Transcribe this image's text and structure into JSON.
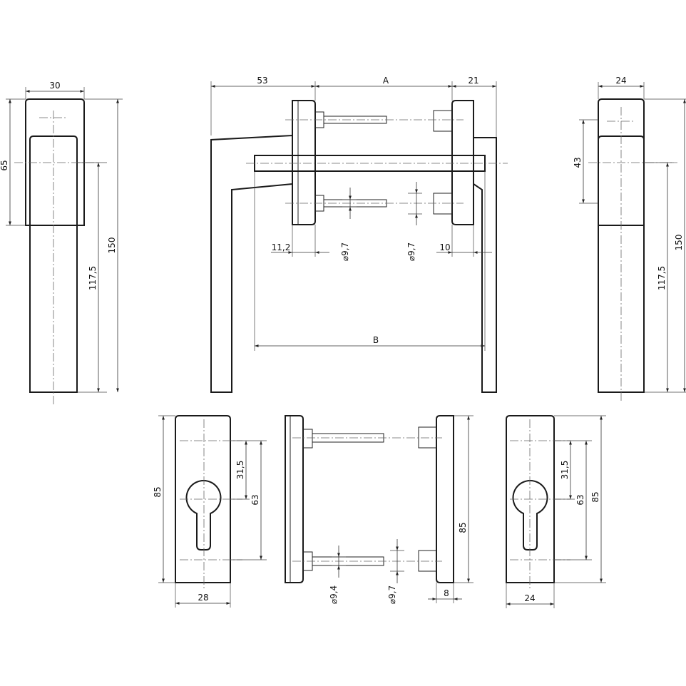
{
  "dimensions": {
    "top_left": {
      "width": "30",
      "upper_height": "65",
      "lower_height": "117,5",
      "total_height": "150"
    },
    "top_middle": {
      "left_offset": "53",
      "a": "A",
      "right_offset": "21",
      "spindle_left": "11,2",
      "spindle_right": "10",
      "diam_left": "⌀9,7",
      "diam_right": "⌀9,7",
      "b": "B"
    },
    "top_right": {
      "width": "24",
      "upper_height": "43",
      "lower_height": "117,5",
      "total_height": "150"
    },
    "bottom_left": {
      "height": "85",
      "upper": "31,5",
      "middle": "63",
      "width": "28"
    },
    "bottom_middle": {
      "diam_left": "⌀9,4",
      "diam_right": "⌀9,7",
      "height": "85",
      "thickness": "8"
    },
    "bottom_right": {
      "upper": "31,5",
      "middle": "63",
      "height": "85",
      "width": "24"
    }
  }
}
